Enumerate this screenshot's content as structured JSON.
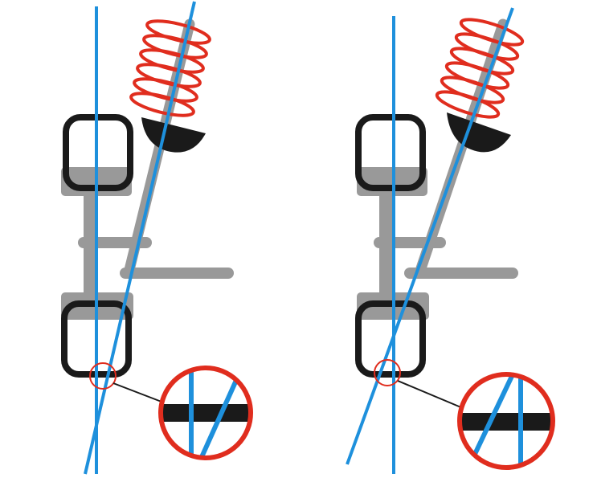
{
  "colors": {
    "background": "#ffffff",
    "axis": "#1e90dc",
    "spring": "#e02d1e",
    "frame": "#999999",
    "tire": "#1a1a1a",
    "cup": "#1a1a1a",
    "magnifier_ring": "#e02d1e",
    "leader_line": "#1a1a1a"
  },
  "panels": [
    {
      "id": "left",
      "description_icon": "suspension-geometry-left",
      "axes_cross": "below-ground"
    },
    {
      "id": "right",
      "description_icon": "suspension-geometry-right",
      "axes_cross": "above-ground"
    }
  ]
}
